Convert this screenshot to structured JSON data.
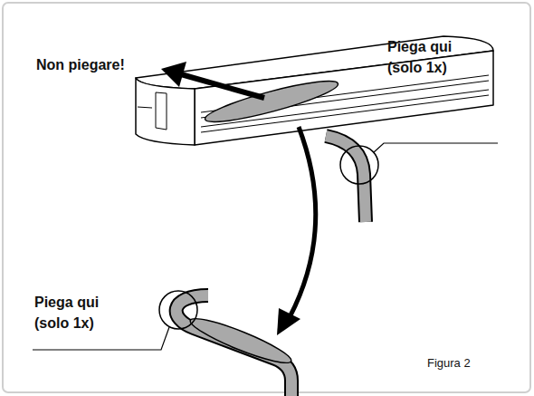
{
  "diagram": {
    "caption": "Figura 2",
    "labels": [
      "Non piegare!",
      "Piega qui (solo 1x)",
      "Piega qui (solo 1x)"
    ]
  }
}
